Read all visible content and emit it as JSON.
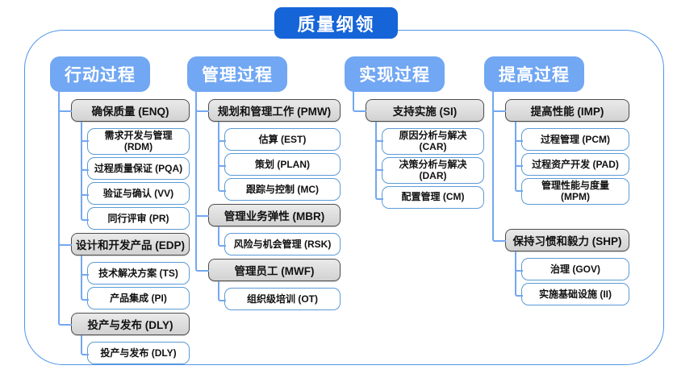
{
  "title": "质量纲领",
  "colors": {
    "title_bg": "#1565d8",
    "header_bg": "#71a7f3",
    "frame_border": "#4e95ea",
    "line": "#74a7f0",
    "gray_border": "#4d4d4d",
    "white_border": "#5b9bd5"
  },
  "columns": [
    {
      "header": "行动过程",
      "groups": [
        {
          "label": "确保质量 (ENQ)",
          "children": [
            "需求开发与管理 (RDM)",
            "过程质量保证 (PQA)",
            "验证与确认 (VV)",
            "同行评审 (PR)"
          ]
        },
        {
          "label": "设计和开发产品 (EDP)",
          "children": [
            "技术解决方案 (TS)",
            "产品集成 (PI)"
          ]
        },
        {
          "label": "投产与发布 (DLY)",
          "children": [
            "投产与发布 (DLY)"
          ]
        }
      ]
    },
    {
      "header": "管理过程",
      "groups": [
        {
          "label": "规划和管理工作 (PMW)",
          "children": [
            "估算 (EST)",
            "策划 (PLAN)",
            "跟踪与控制 (MC)"
          ]
        },
        {
          "label": "管理业务弹性 (MBR)",
          "children": [
            "风险与机会管理 (RSK)"
          ]
        },
        {
          "label": "管理员工 (MWF)",
          "children": [
            "组织级培训 (OT)"
          ]
        }
      ]
    },
    {
      "header": "实现过程",
      "groups": [
        {
          "label": "支持实施 (SI)",
          "children": [
            "原因分析与解决 (CAR)",
            "决策分析与解决 (DAR)",
            "配置管理 (CM)"
          ]
        }
      ]
    },
    {
      "header": "提高过程",
      "groups": [
        {
          "label": "提高性能 (IMP)",
          "children": [
            "过程管理 (PCM)",
            "过程资产开发 (PAD)",
            "管理性能与度量\n(MPM)"
          ]
        },
        {
          "label": "保持习惯和毅力 (SHP)",
          "children": [
            "治理 (GOV)",
            "实施基础设施 (II)"
          ]
        }
      ]
    }
  ]
}
